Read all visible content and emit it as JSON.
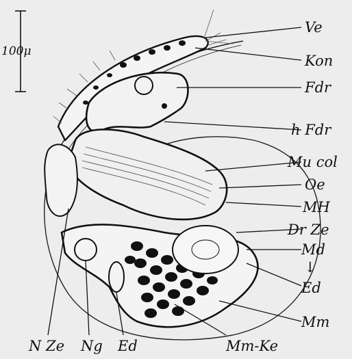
{
  "scale_bar": {
    "label": "100μ"
  },
  "labels": [
    {
      "id": "ve",
      "text": "Ve"
    },
    {
      "id": "kon",
      "text": "Kon"
    },
    {
      "id": "fdr",
      "text": "Fdr"
    },
    {
      "id": "hfdr",
      "text": "h Fdr"
    },
    {
      "id": "mucol",
      "text": "Mu col"
    },
    {
      "id": "oe",
      "text": "Oe"
    },
    {
      "id": "mh",
      "text": "MH"
    },
    {
      "id": "drze",
      "text": "Dr Ze"
    },
    {
      "id": "md",
      "text": "Md"
    },
    {
      "id": "arrow",
      "text": "↓"
    },
    {
      "id": "ed_right",
      "text": "Ed"
    },
    {
      "id": "mm",
      "text": "Mm"
    },
    {
      "id": "mmke",
      "text": "Mm-Ke"
    },
    {
      "id": "nze",
      "text": "N Ze"
    },
    {
      "id": "ng",
      "text": "Ng"
    },
    {
      "id": "ed_bottom",
      "text": "Ed"
    }
  ]
}
